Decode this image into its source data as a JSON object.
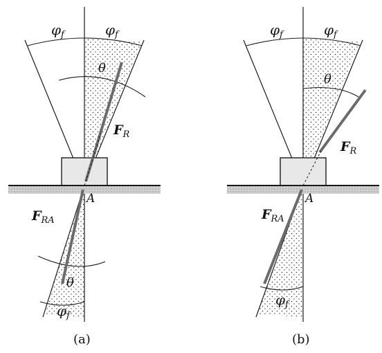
{
  "panels": [
    {
      "caption": "(a)",
      "labels": {
        "phi_left": "φ",
        "phi_right": "φ",
        "phi_bottom": "φ",
        "theta_top": "θ",
        "theta_bottom": "θ",
        "force_top": "F",
        "force_top_sub": "R",
        "force_bottom": "F",
        "force_bottom_sub": "RA",
        "point": "A",
        "phi_sub": "f"
      }
    },
    {
      "caption": "(b)",
      "labels": {
        "phi_left": "φ",
        "phi_right": "φ",
        "phi_bottom": "φ",
        "theta_top": "θ",
        "force_top": "F",
        "force_top_sub": "R",
        "force_bottom": "F",
        "force_bottom_sub": "RA",
        "point": "A",
        "phi_sub": "f"
      }
    }
  ],
  "colors": {
    "line": "#1a1a1a",
    "force": "#6b6b6b",
    "stipple": "#333333",
    "ground": "#7a7a7a"
  }
}
